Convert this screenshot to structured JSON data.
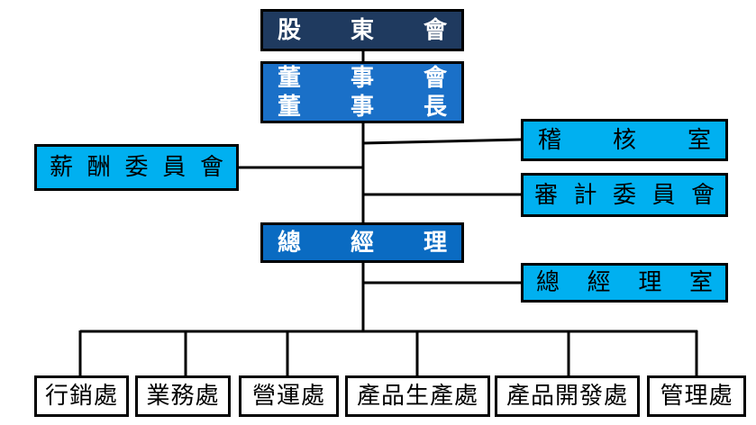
{
  "org_chart": {
    "type": "organization-chart",
    "nodes": {
      "shareholders_meeting": {
        "label": "股東會"
      },
      "board_of_directors": {
        "lines": [
          "董事會",
          "董事長"
        ]
      },
      "compensation_committee": {
        "label": "薪酬委員會"
      },
      "audit_office": {
        "label": "稽核室"
      },
      "audit_committee": {
        "label": "審計委員會"
      },
      "general_manager": {
        "label": "總經理"
      },
      "general_manager_office": {
        "label": "總經理室"
      },
      "departments": [
        {
          "label": "行銷處"
        },
        {
          "label": "業務處"
        },
        {
          "label": "營運處"
        },
        {
          "label": "產品生產處"
        },
        {
          "label": "產品開發處"
        },
        {
          "label": "管理處"
        }
      ]
    },
    "edges": [
      {
        "from": "shareholders_meeting",
        "to": "board_of_directors"
      },
      {
        "from": "board_of_directors",
        "to": "compensation_committee"
      },
      {
        "from": "board_of_directors",
        "to": "audit_office"
      },
      {
        "from": "board_of_directors",
        "to": "audit_committee"
      },
      {
        "from": "board_of_directors",
        "to": "general_manager"
      },
      {
        "from": "general_manager",
        "to": "general_manager_office"
      },
      {
        "from": "general_manager",
        "to": "departments"
      }
    ],
    "colors": {
      "shareholders_box": "#1F3A5F",
      "board_box": "#1A70C8",
      "general_manager_box": "#0A6BC2",
      "staff_box": "#00B0F0",
      "department_box": "#FFFFFF",
      "connector_line": "#000000",
      "light_text": "#FFFFFF",
      "dark_text": "#000000"
    }
  }
}
